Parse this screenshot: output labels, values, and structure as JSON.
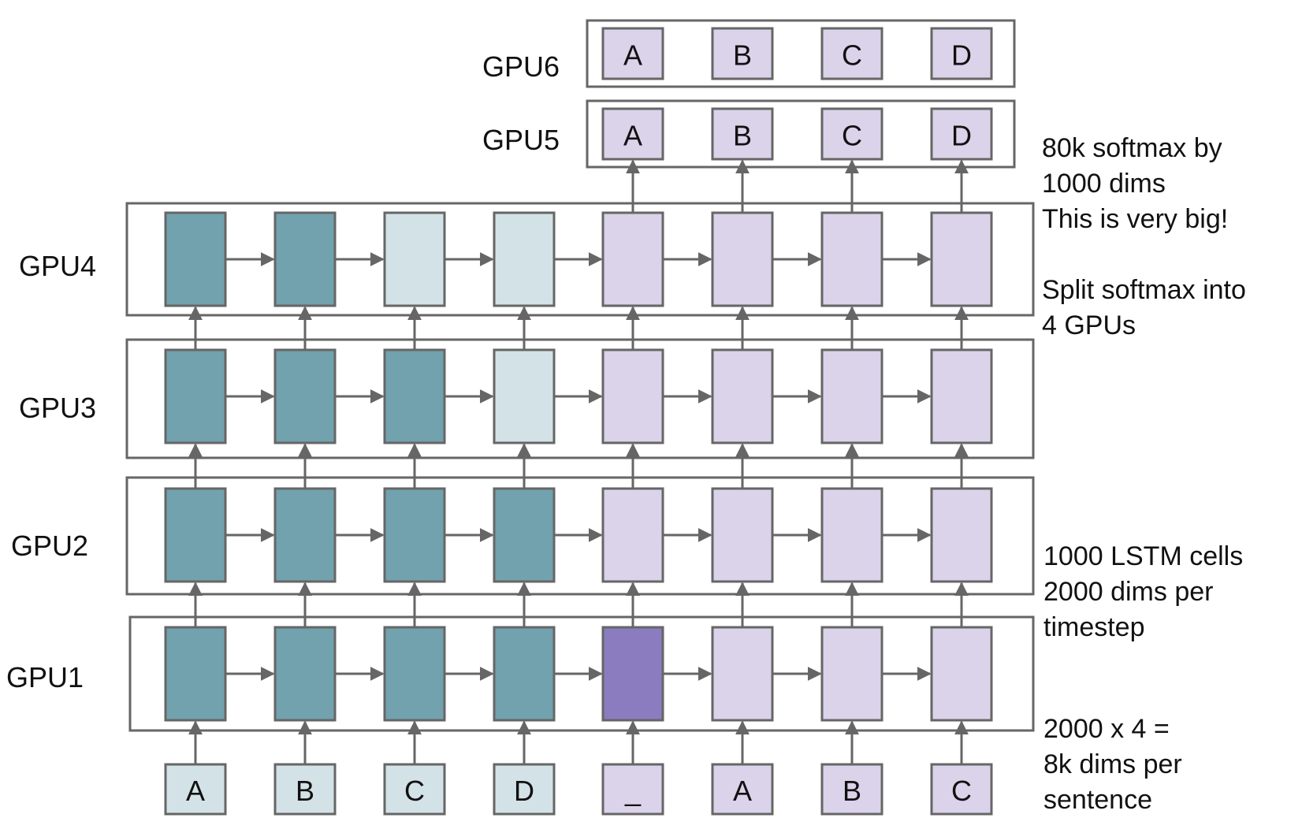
{
  "colors": {
    "encoder_dark": "#71a2ae",
    "encoder_light": "#d3e2e6",
    "decoder": "#dbd3ea",
    "highlight": "#8b7cc0",
    "stroke": "#666666"
  },
  "gpus": [
    {
      "label": "GPU1",
      "cells": [
        "encoder_dark",
        "encoder_dark",
        "encoder_dark",
        "encoder_dark",
        "highlight",
        "decoder",
        "decoder",
        "decoder"
      ]
    },
    {
      "label": "GPU2",
      "cells": [
        "encoder_dark",
        "encoder_dark",
        "encoder_dark",
        "encoder_dark",
        "decoder",
        "decoder",
        "decoder",
        "decoder"
      ]
    },
    {
      "label": "GPU3",
      "cells": [
        "encoder_dark",
        "encoder_dark",
        "encoder_dark",
        "encoder_light",
        "decoder",
        "decoder",
        "decoder",
        "decoder"
      ]
    },
    {
      "label": "GPU4",
      "cells": [
        "encoder_dark",
        "encoder_dark",
        "encoder_light",
        "encoder_light",
        "decoder",
        "decoder",
        "decoder",
        "decoder"
      ]
    }
  ],
  "softmax": [
    {
      "label": "GPU5",
      "outputs": [
        "A",
        "B",
        "C",
        "D"
      ]
    },
    {
      "label": "GPU6",
      "outputs": [
        "A",
        "B",
        "C",
        "D"
      ]
    }
  ],
  "inputs": [
    {
      "text": "A",
      "color": "encoder_light"
    },
    {
      "text": "B",
      "color": "encoder_light"
    },
    {
      "text": "C",
      "color": "encoder_light"
    },
    {
      "text": "D",
      "color": "encoder_light"
    },
    {
      "text": "_",
      "color": "decoder"
    },
    {
      "text": "A",
      "color": "decoder"
    },
    {
      "text": "B",
      "color": "decoder"
    },
    {
      "text": "C",
      "color": "decoder"
    }
  ],
  "notes": {
    "softmax": [
      "80k softmax by",
      "1000 dims",
      "This is very big!"
    ],
    "split": [
      "Split softmax into",
      "4 GPUs"
    ],
    "lstm": [
      "1000 LSTM cells",
      "2000 dims per",
      "timestep"
    ],
    "sentence": [
      "2000 x 4 =",
      "8k dims per",
      "sentence"
    ]
  }
}
